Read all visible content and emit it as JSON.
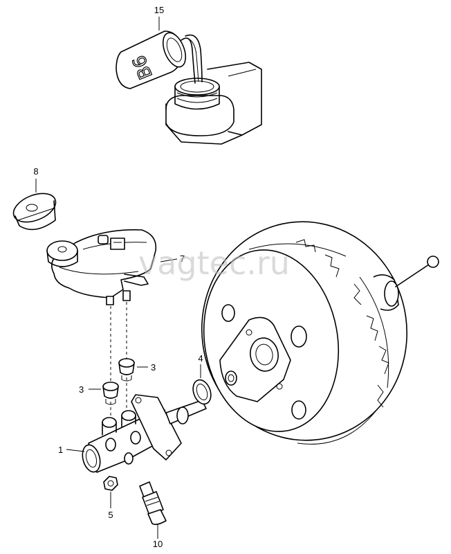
{
  "watermark": "vagtec.ru",
  "bottle_label": "B6",
  "callouts": {
    "c1": "1",
    "c3a": "3",
    "c3b": "3",
    "c4": "4",
    "c5": "5",
    "c7": "7",
    "c8": "8",
    "c10": "10",
    "c15": "15"
  }
}
